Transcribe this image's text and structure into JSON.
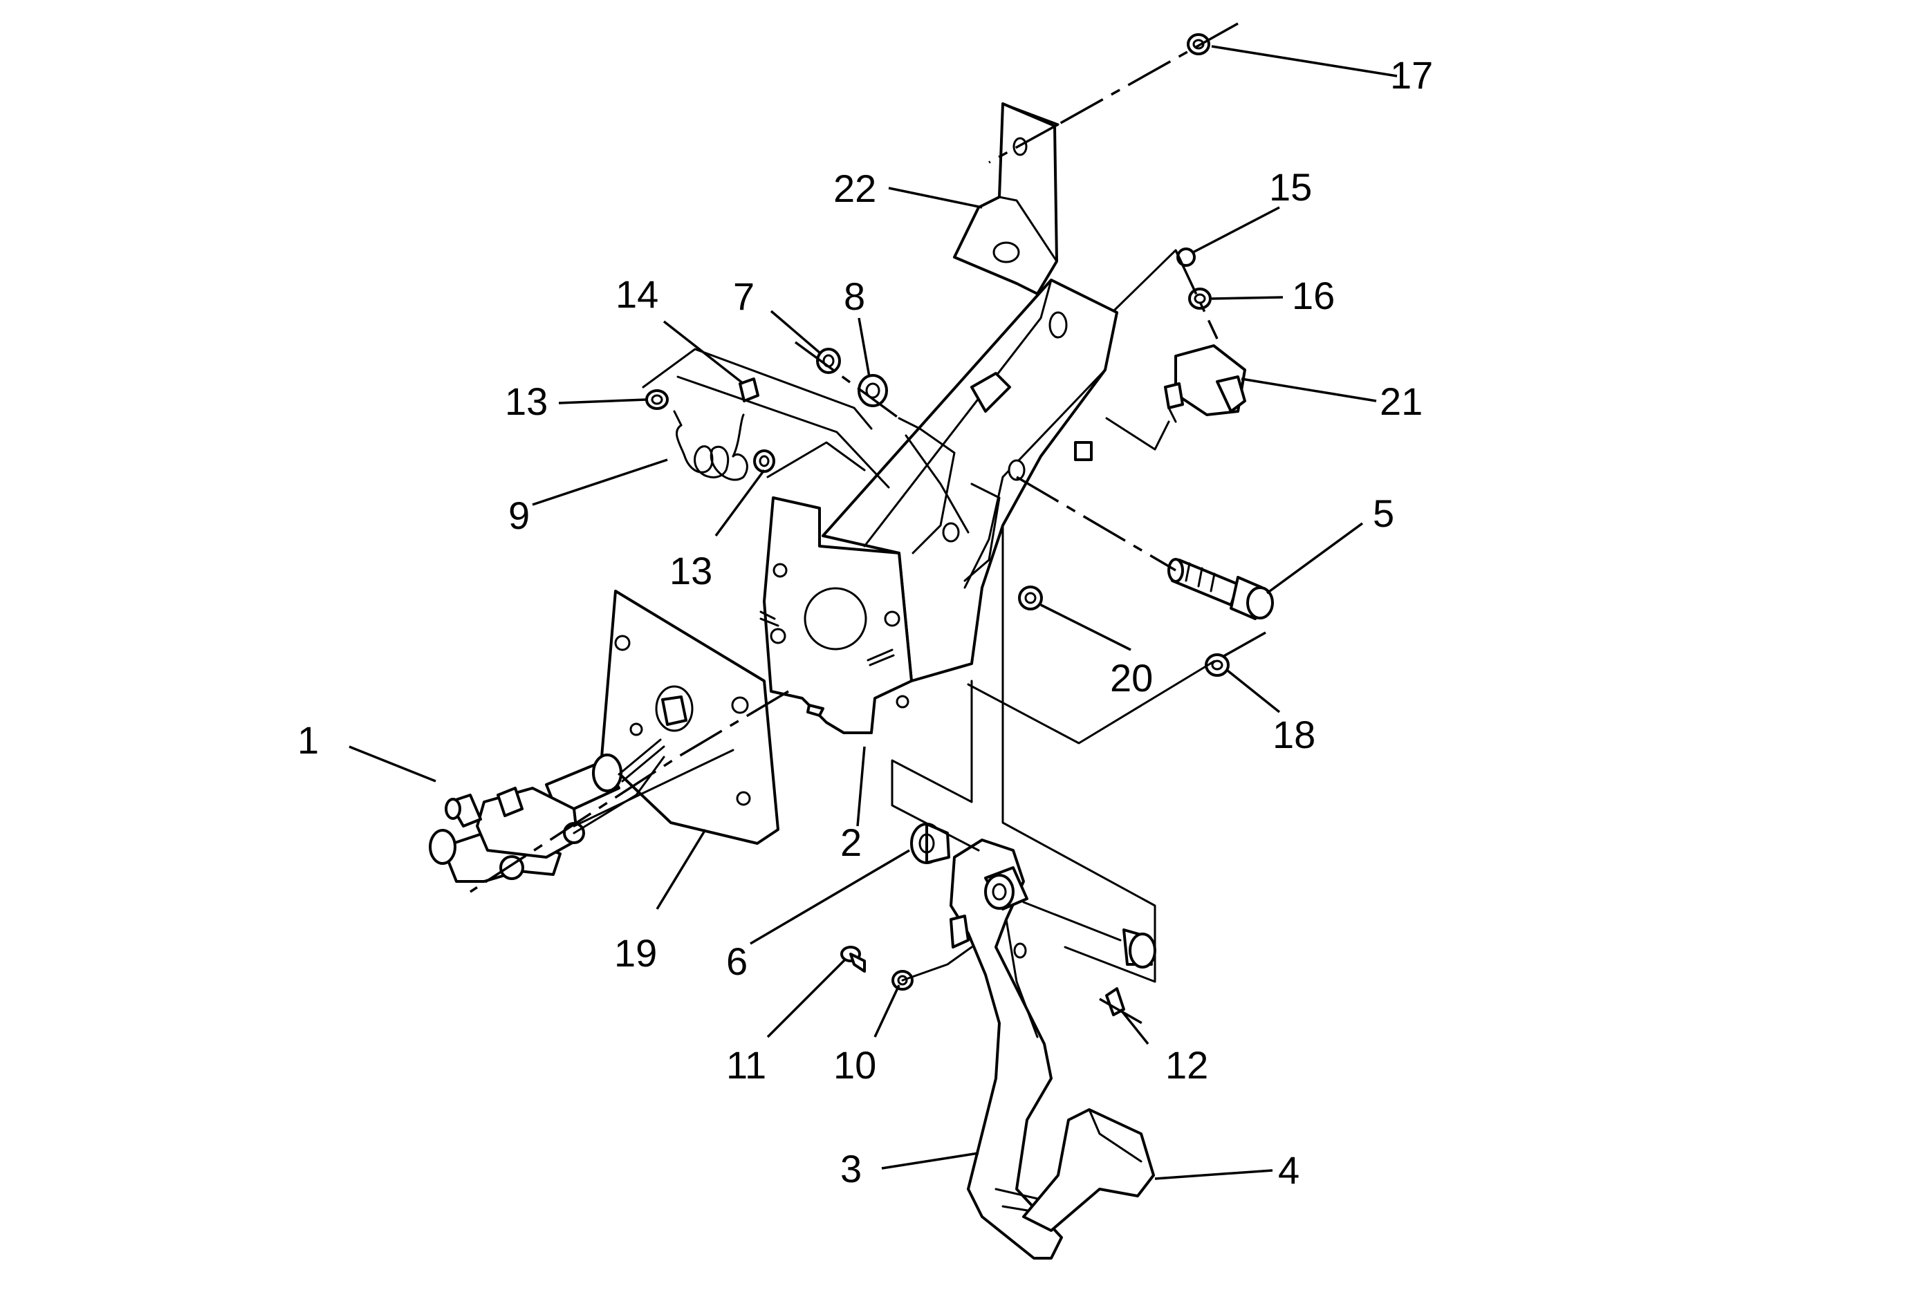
{
  "callouts": {
    "c1": "1",
    "c2": "2",
    "c3": "3",
    "c4": "4",
    "c5": "5",
    "c6": "6",
    "c7": "7",
    "c8": "8",
    "c9": "9",
    "c10": "10",
    "c11": "11",
    "c12": "12",
    "c13a": "13",
    "c13b": "13",
    "c14": "14",
    "c15": "15",
    "c16": "16",
    "c17": "17",
    "c18": "18",
    "c19": "19",
    "c20": "20",
    "c21": "21",
    "c22": "22"
  },
  "colors": {
    "line": "#000000",
    "background": "#ffffff"
  }
}
